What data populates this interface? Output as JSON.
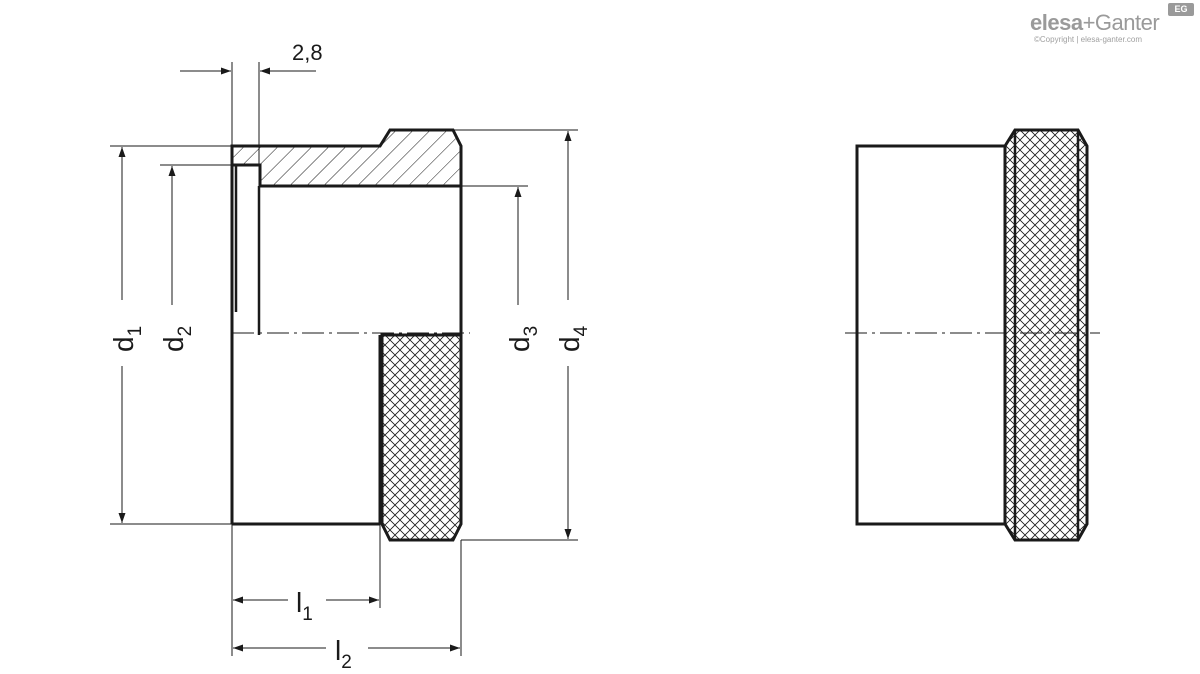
{
  "logo": {
    "brand_part1": "elesa",
    "brand_plus": "+",
    "brand_part2": "Ganter",
    "badge": "EG",
    "copyright": "©Copyright | elesa-ganter.com"
  },
  "dimensions": {
    "thickness": "2,8",
    "d1": {
      "main": "d",
      "sub": "1"
    },
    "d2": {
      "main": "d",
      "sub": "2"
    },
    "d3": {
      "main": "d",
      "sub": "3"
    },
    "d4": {
      "main": "d",
      "sub": "4"
    },
    "l1": {
      "main": "l",
      "sub": "1"
    },
    "l2": {
      "main": "l",
      "sub": "2"
    }
  },
  "colors": {
    "line": "#1a1a1a",
    "logo": "#9a9a9a"
  }
}
